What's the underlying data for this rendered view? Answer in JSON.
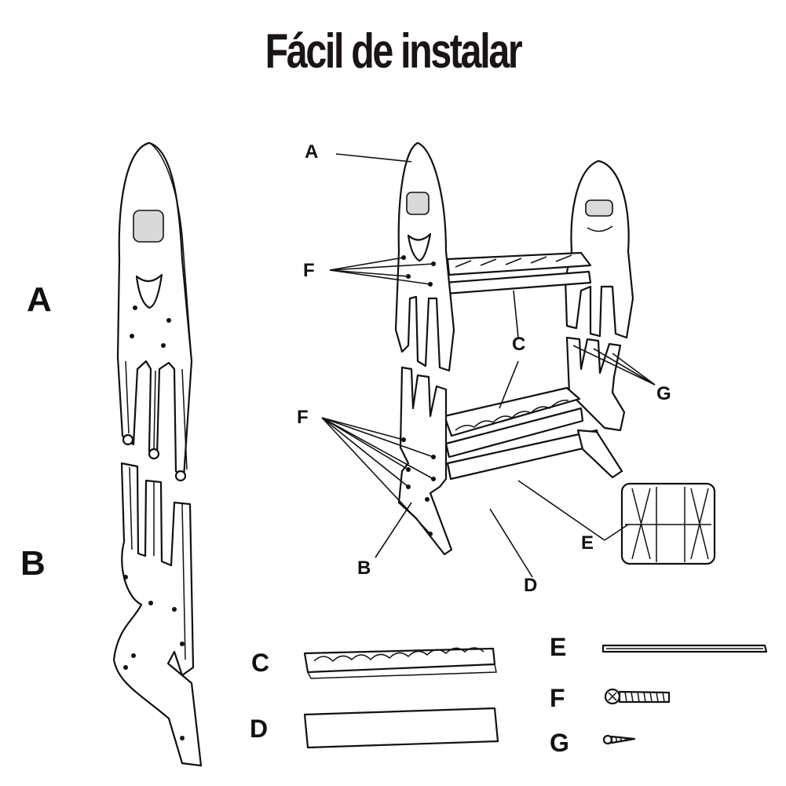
{
  "title": "Fácil de instalar",
  "labels": {
    "A": "A",
    "B": "B",
    "C": "C",
    "D": "D",
    "E": "E",
    "F": "F",
    "G": "G"
  }
}
